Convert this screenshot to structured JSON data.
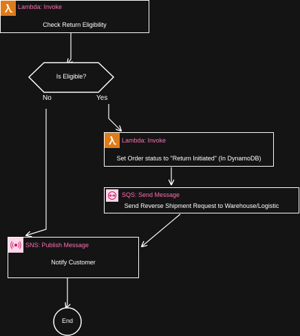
{
  "colors": {
    "background": "#141414",
    "border": "#ffffff",
    "text": "#ffffff",
    "type_label": "#ff6eb4",
    "lambda_icon_bg": "#e07b1a",
    "sqs_sns_icon_bg": "#ffd6ec",
    "sqs_sns_icon_stroke": "#c2185b"
  },
  "nodes": {
    "lambda1": {
      "type_label": "Lambda: Invoke",
      "text": "Check Return Eligibility",
      "icon": "lambda-icon"
    },
    "decision": {
      "text": "Is Eligible?"
    },
    "lambda2": {
      "type_label": "Lambda: Invoke",
      "text": "Set Order status to \"Return Initiated\" (In DynamoDB)",
      "icon": "lambda-icon"
    },
    "sqs": {
      "type_label": "SQS: Send Message",
      "text": "Send Reverse Shipment Request to Warehouse/Logistic",
      "icon": "sqs-icon"
    },
    "sns": {
      "type_label": "SNS: Publish Message",
      "text": "Notify Customer",
      "icon": "sns-icon"
    },
    "end": {
      "text": "End"
    }
  },
  "branches": {
    "no_label": "No",
    "yes_label": "Yes"
  }
}
